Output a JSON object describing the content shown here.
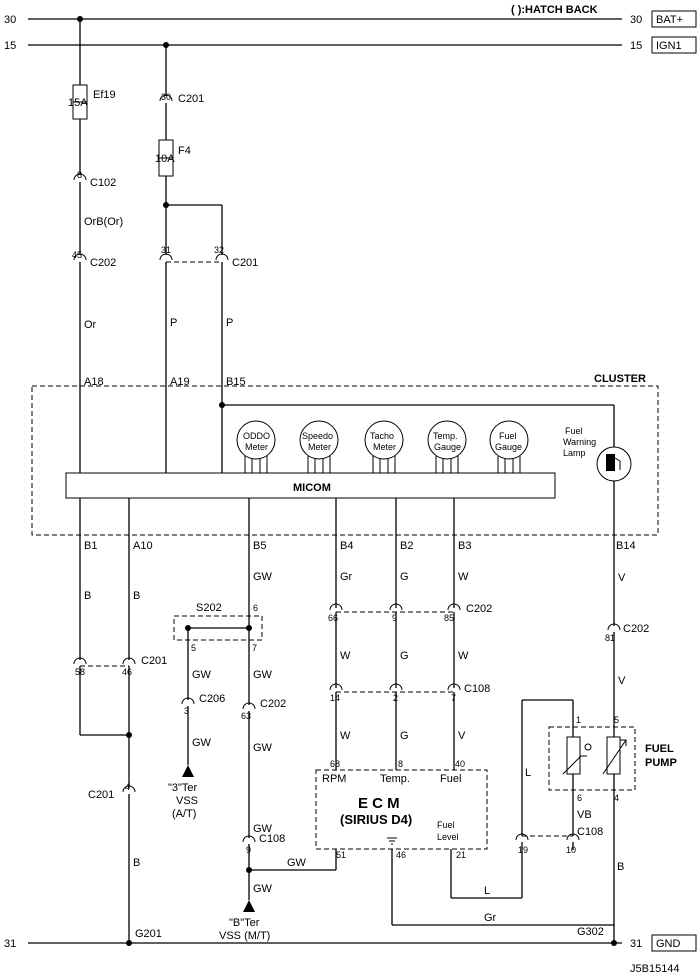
{
  "power": {
    "bat_circuit_left": "30",
    "bat_circuit_right": "30",
    "bat_label": "BAT+",
    "ign_circuit_left": "15",
    "ign_circuit_right": "15",
    "ign_label": "IGN1",
    "gnd_circuit_left": "31",
    "gnd_circuit_right": "31",
    "gnd_label": "GND",
    "note": "( ):HATCH BACK"
  },
  "fuses": {
    "ef19_name": "Ef19",
    "ef19_rating": "15A",
    "f4_name": "F4",
    "f4_rating": "10A"
  },
  "connectors": {
    "c201_top_pin": "30",
    "c201_top_name": "C201",
    "c102_pin": "8",
    "c102_name": "C102",
    "c202_a_pin": "45",
    "c202_a_name": "C202",
    "c201_b_pin1": "31",
    "c201_b_pin2": "32",
    "c201_b_name": "C201",
    "c202_b_pin1": "66",
    "c202_b_pin2": "9",
    "c202_b_pin3": "85",
    "c202_b_name": "C202",
    "c202_c_pin": "81",
    "c202_c_name": "C202",
    "c201_c_pin1": "58",
    "c201_c_pin2": "46",
    "c201_c_name": "C201",
    "s202_name": "S202",
    "s202_pin6": "6",
    "s202_pin5": "5",
    "s202_pin7": "7",
    "c206_pin": "3",
    "c206_name": "C206",
    "c202_d_pin": "63",
    "c202_d_name": "C202",
    "c108_a_pin1": "14",
    "c108_a_pin2": "2",
    "c108_a_pin3": "7",
    "c108_a_name": "C108",
    "c201_d_pin": "4",
    "c201_d_name": "C201",
    "c108_b_pin": "9",
    "c108_b_name": "C108",
    "c108_c_pin1": "19",
    "c108_c_pin2": "10",
    "c108_c_name": "C108"
  },
  "wires": {
    "orb_or": "OrB(Or)",
    "or": "Or",
    "p1": "P",
    "p2": "P",
    "b1": "B",
    "b2": "B",
    "b3": "B",
    "b4": "B",
    "gw1": "GW",
    "gw2": "GW",
    "gw3": "GW",
    "gw4": "GW",
    "gw5": "GW",
    "gw6": "GW",
    "gw7": "GW",
    "gw8": "GW",
    "gr1": "Gr",
    "gr2": "Gr",
    "g1": "G",
    "g2": "G",
    "g3": "G",
    "w1": "W",
    "w2": "W",
    "w3": "W",
    "w4": "W",
    "v1": "V",
    "v2": "V",
    "v3": "V",
    "l1": "L",
    "l2": "L",
    "vb": "VB"
  },
  "cluster": {
    "title": "CLUSTER",
    "micom": "MICOM",
    "pin_a18": "A18",
    "pin_a19": "A19",
    "pin_b15": "B15",
    "pin_b1": "B1",
    "pin_a10": "A10",
    "pin_b5": "B5",
    "pin_b4": "B4",
    "pin_b2": "B2",
    "pin_b3": "B3",
    "pin_b14": "B14",
    "gauges": [
      {
        "l1": "ODDO",
        "l2": "Meter"
      },
      {
        "l1": "Speedo",
        "l2": "Meter"
      },
      {
        "l1": "Tacho",
        "l2": "Meter"
      },
      {
        "l1": "Temp.",
        "l2": "Gauge"
      },
      {
        "l1": "Fuel",
        "l2": "Gauge"
      }
    ],
    "lamp_l1": "Fuel",
    "lamp_l2": "Warning",
    "lamp_l3": "Lamp"
  },
  "ecm": {
    "title": "E C M",
    "subtitle": "(SIRIUS D4)",
    "rpm": "RPM",
    "temp": "Temp.",
    "fuel": "Fuel",
    "fuel_level_1": "Fuel",
    "fuel_level_2": "Level",
    "pin68": "68",
    "pin8": "8",
    "pin40": "40",
    "pin51": "51",
    "pin46": "46",
    "pin21": "21"
  },
  "fuel_pump": {
    "label1": "FUEL",
    "label2": "PUMP",
    "pin1": "1",
    "pin5": "5",
    "pin6": "6",
    "pin4": "4"
  },
  "vss": {
    "at_1": "\"3\"Ter",
    "at_2": "VSS",
    "at_3": "(A/T)",
    "mt_1": "\"B\"Ter",
    "mt_2": "VSS (M/T)"
  },
  "grounds": {
    "g201": "G201",
    "g302": "G302"
  },
  "doc_id": "J5B15144"
}
